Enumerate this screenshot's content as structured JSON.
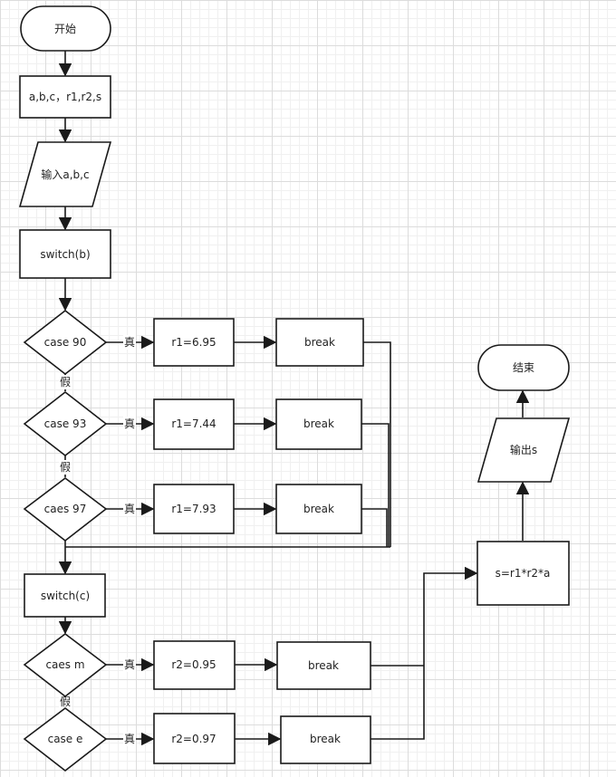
{
  "nodes": {
    "start": "开始",
    "declare": "a,b,c，r1,r2,s",
    "input": "输入a,b,c",
    "switch_b": "switch(b)",
    "case90": "case 90",
    "case93": "case 93",
    "case97": "caes 97",
    "r1_695": "r1=6.95",
    "r1_744": "r1=7.44",
    "r1_793": "r1=7.93",
    "break1": "break",
    "break2": "break",
    "break3": "break",
    "switch_c": "switch(c)",
    "case_m": "caes m",
    "case_e": "case e",
    "r2_095": "r2=0.95",
    "r2_097": "r2=0.97",
    "break4": "break",
    "break5": "break",
    "compute": "s=r1*r2*a",
    "output": "输出s",
    "end": "结束"
  },
  "labels": {
    "true": "真",
    "false": "假"
  }
}
